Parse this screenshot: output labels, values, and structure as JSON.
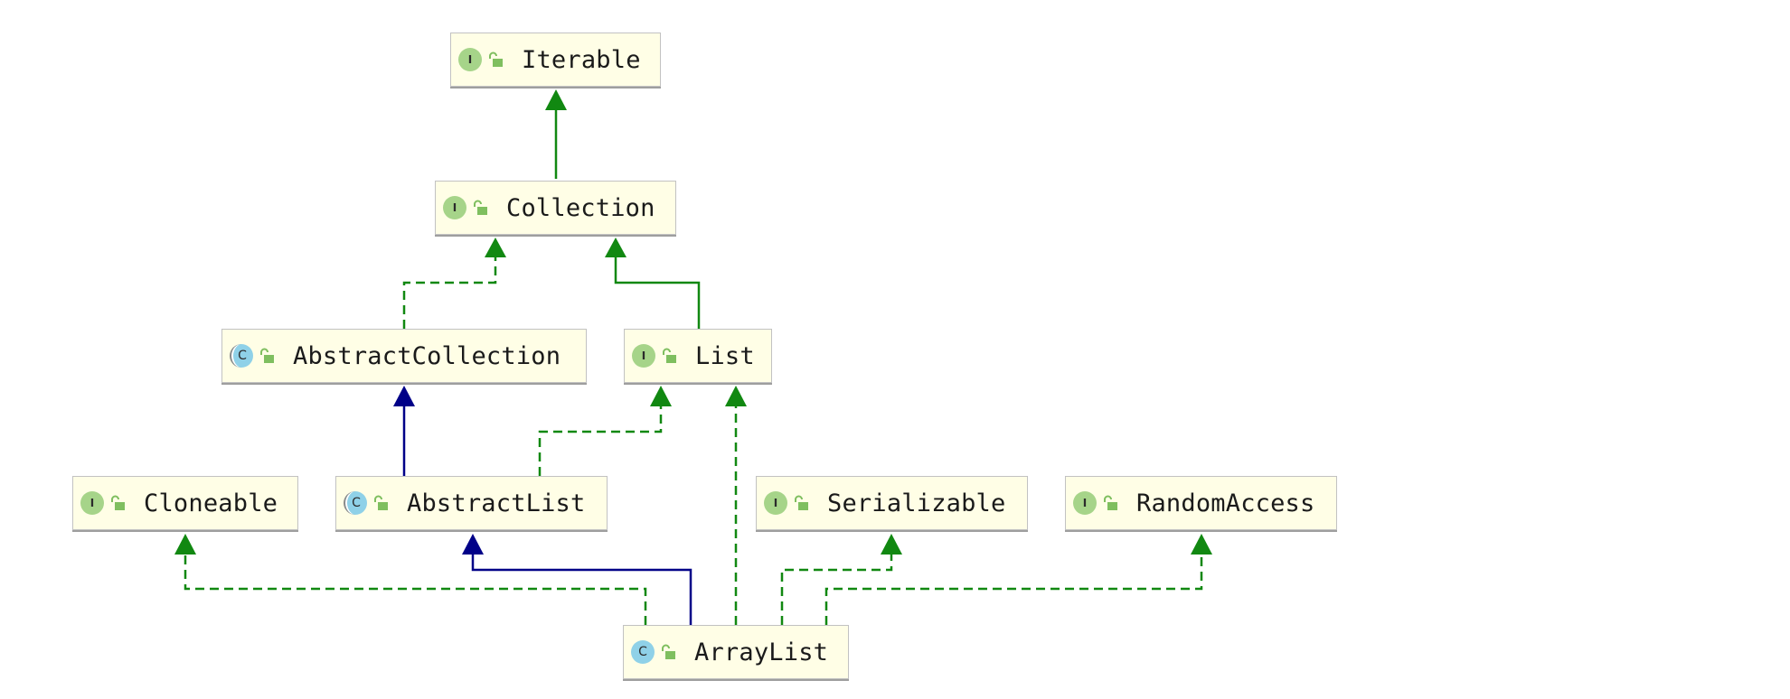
{
  "diagram": {
    "nodes": {
      "iterable": {
        "label": "Iterable",
        "kind_badge": "I",
        "kind": "interface",
        "visibility_icon": "public-icon"
      },
      "collection": {
        "label": "Collection",
        "kind_badge": "I",
        "kind": "interface",
        "visibility_icon": "public-icon"
      },
      "abstract_collection": {
        "label": "AbstractCollection",
        "kind_badge": "C",
        "kind": "abstract-class",
        "visibility_icon": "public-icon"
      },
      "list": {
        "label": "List",
        "kind_badge": "I",
        "kind": "interface",
        "visibility_icon": "public-icon"
      },
      "cloneable": {
        "label": "Cloneable",
        "kind_badge": "I",
        "kind": "interface",
        "visibility_icon": "public-icon"
      },
      "abstract_list": {
        "label": "AbstractList",
        "kind_badge": "C",
        "kind": "abstract-class",
        "visibility_icon": "public-icon"
      },
      "serializable": {
        "label": "Serializable",
        "kind_badge": "I",
        "kind": "interface",
        "visibility_icon": "public-icon"
      },
      "random_access": {
        "label": "RandomAccess",
        "kind_badge": "I",
        "kind": "interface",
        "visibility_icon": "public-icon"
      },
      "array_list": {
        "label": "ArrayList",
        "kind_badge": "C",
        "kind": "class",
        "visibility_icon": "public-icon"
      }
    },
    "edges": [
      {
        "from": "Collection",
        "to": "Iterable",
        "type": "extends-interface",
        "style": "solid",
        "color": "#118811"
      },
      {
        "from": "AbstractCollection",
        "to": "Collection",
        "type": "implements",
        "style": "dashed",
        "color": "#118811"
      },
      {
        "from": "List",
        "to": "Collection",
        "type": "extends-interface",
        "style": "solid",
        "color": "#118811"
      },
      {
        "from": "AbstractList",
        "to": "AbstractCollection",
        "type": "extends-class",
        "style": "solid",
        "color": "#000088"
      },
      {
        "from": "AbstractList",
        "to": "List",
        "type": "implements",
        "style": "dashed",
        "color": "#118811"
      },
      {
        "from": "ArrayList",
        "to": "Cloneable",
        "type": "implements",
        "style": "dashed",
        "color": "#118811"
      },
      {
        "from": "ArrayList",
        "to": "AbstractList",
        "type": "extends-class",
        "style": "solid",
        "color": "#000088"
      },
      {
        "from": "ArrayList",
        "to": "List",
        "type": "implements",
        "style": "dashed",
        "color": "#118811"
      },
      {
        "from": "ArrayList",
        "to": "Serializable",
        "type": "implements",
        "style": "dashed",
        "color": "#118811"
      },
      {
        "from": "ArrayList",
        "to": "RandomAccess",
        "type": "implements",
        "style": "dashed",
        "color": "#118811"
      }
    ],
    "colors": {
      "interface_badge": "#a6d489",
      "class_badge": "#8fd1e8",
      "node_fill": "#fffee6",
      "implements_edge": "#118811",
      "extends_class_edge": "#000088"
    }
  }
}
